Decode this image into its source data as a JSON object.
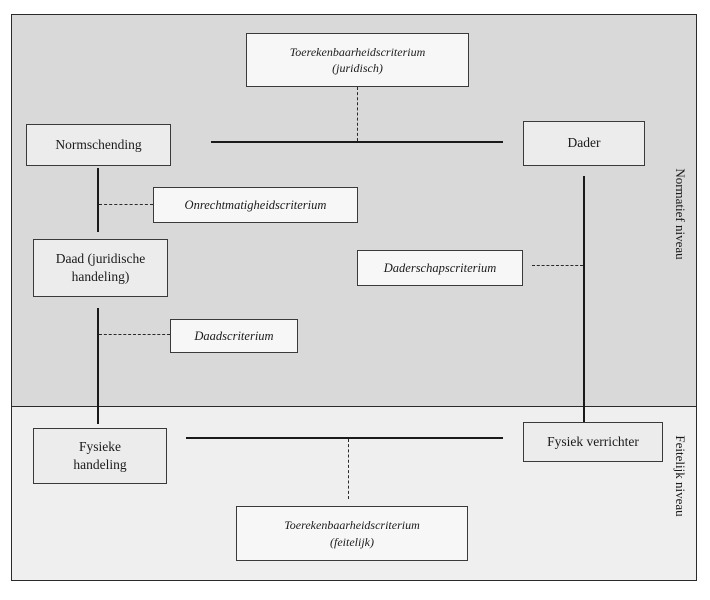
{
  "diagram": {
    "top_box": {
      "line1": "Toerekenbaarheidscriterium",
      "line2": "(juridisch)"
    },
    "normschending": "Normschending",
    "dader": "Dader",
    "onrechtmatigheid": "Onrechtmatigheidscriterium",
    "daad": {
      "line1": "Daad (juridische",
      "line2": "handeling)"
    },
    "daderschap": "Daderschapscriterium",
    "daadscriterium": "Daadscriterium",
    "fysieke_handeling": {
      "line1": "Fysieke",
      "line2": "handeling"
    },
    "fysiek_verrichter": "Fysiek verrichter",
    "bottom_box": {
      "line1": "Toerekenbaarheidscriterium",
      "line2": "(feitelijk)"
    },
    "normatief_label": "Normatief niveau",
    "feitelijk_label": "Feitelijk niveau"
  },
  "colors": {
    "normative_band": "#d9d9d9",
    "factual_band": "#efefef",
    "line": "#1a1a1a"
  }
}
